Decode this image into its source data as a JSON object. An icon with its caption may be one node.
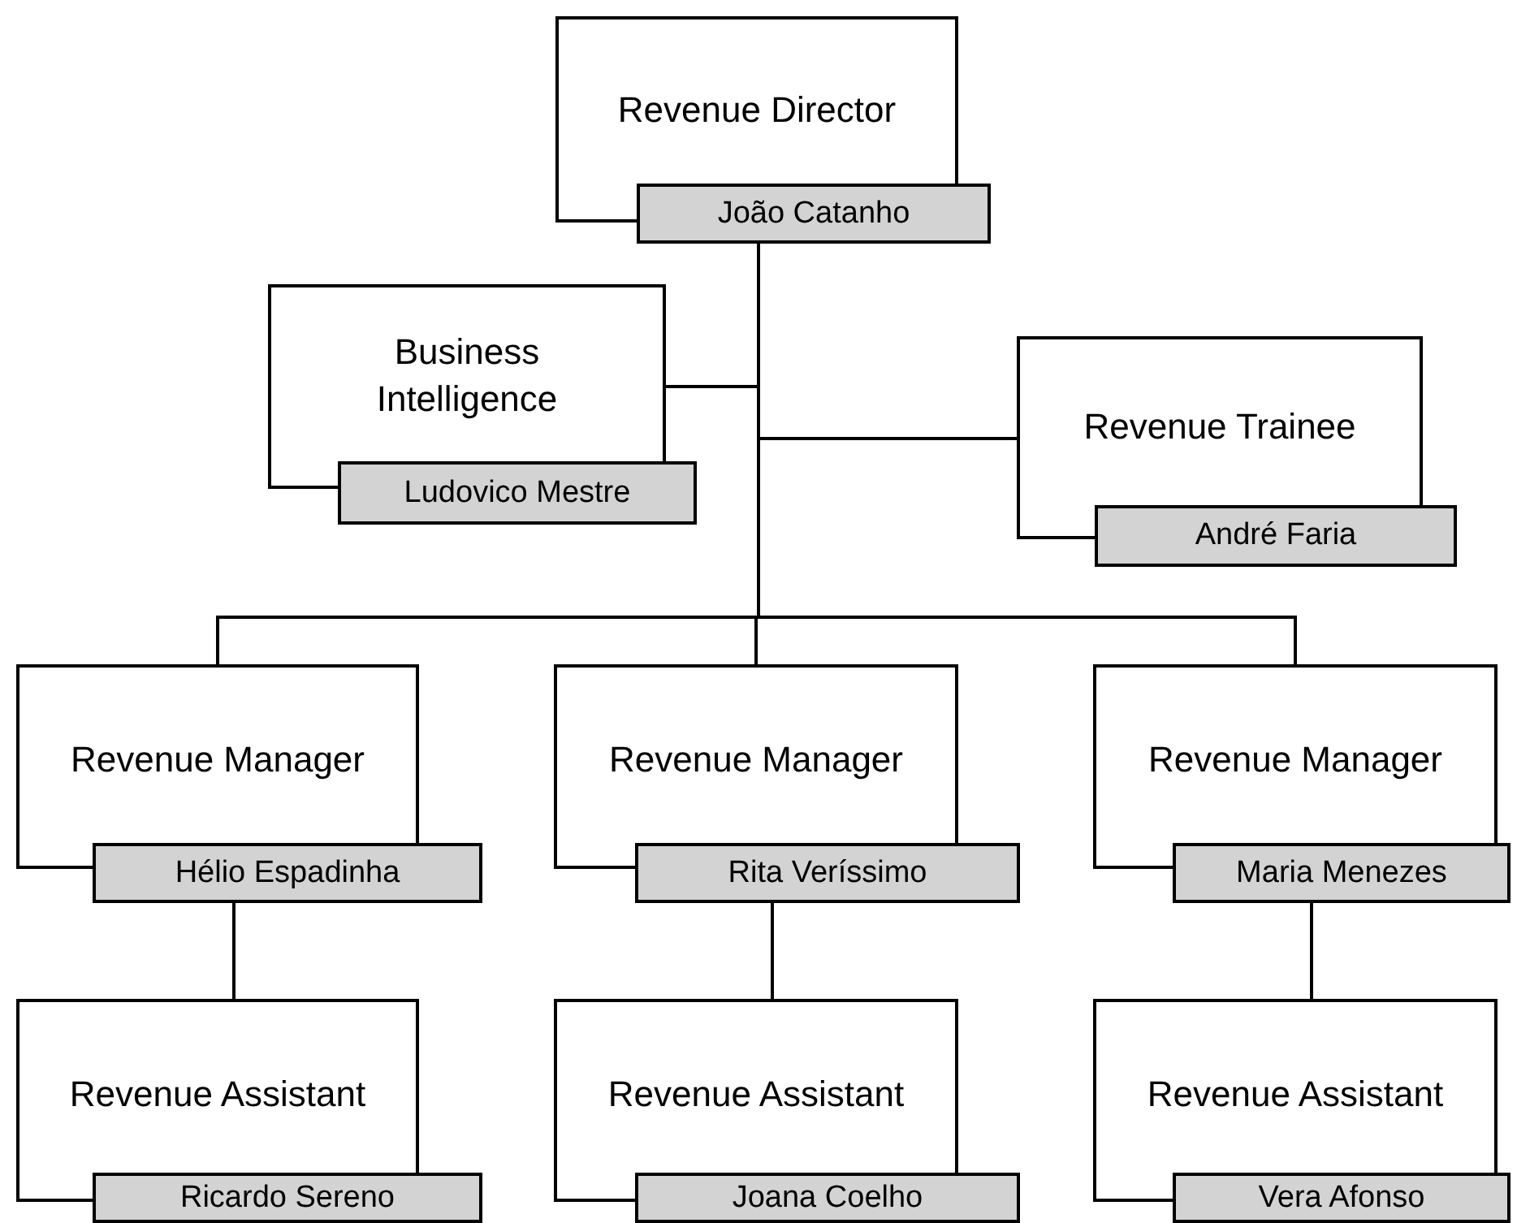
{
  "diagram": {
    "nodes": [
      {
        "text": [
          "Revenue Director",
          "João Catanho"
        ]
      },
      {
        "text": [
          "Business Intelligence",
          "Ludovico Mestre"
        ]
      },
      {
        "text": [
          "Revenue Trainee",
          "André Faria"
        ]
      },
      {
        "text": [
          "Revenue Manager",
          "Hélio Espadinha"
        ]
      },
      {
        "text": [
          "Revenue Manager",
          "Rita Veríssimo"
        ]
      },
      {
        "text": [
          "Revenue Manager",
          "Maria Menezes"
        ]
      },
      {
        "text": [
          "Revenue Assistant",
          "Ricardo Sereno"
        ]
      },
      {
        "text": [
          "Revenue Assistant",
          "Joana Coelho"
        ]
      },
      {
        "text": [
          "Revenue Assistant",
          "Vera Afonso"
        ]
      }
    ],
    "edges": [
      {
        "from": 0,
        "to": 1,
        "arrow": "none"
      },
      {
        "from": 0,
        "to": 2,
        "arrow": "none"
      },
      {
        "from": 0,
        "to": 3,
        "arrow": "none"
      },
      {
        "from": 0,
        "to": 4,
        "arrow": "none"
      },
      {
        "from": 0,
        "to": 5,
        "arrow": "none"
      },
      {
        "from": 3,
        "to": 6,
        "arrow": "none"
      },
      {
        "from": 4,
        "to": 7,
        "arrow": "none"
      },
      {
        "from": 5,
        "to": 8,
        "arrow": "none"
      }
    ]
  }
}
